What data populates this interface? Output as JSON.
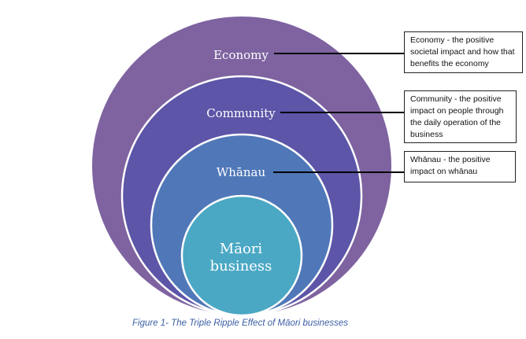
{
  "diagram": {
    "title": "The Triple Ripple Effect of Māori businesses",
    "rings": [
      {
        "id": "economy",
        "label": "Economy",
        "color": "#7e63a0"
      },
      {
        "id": "community",
        "label": "Community",
        "color": "#5c55a8"
      },
      {
        "id": "whanau",
        "label": "Whānau",
        "color": "#5078b8"
      },
      {
        "id": "maori-business",
        "label_line1": "Māori",
        "label_line2": "business",
        "color": "#4aa8c4"
      }
    ],
    "callouts": {
      "economy": "Economy - the positive societal impact and how that benefits the economy",
      "community": "Community - the positive impact on people through the daily operation of the business",
      "whanau": "Whānau - the positive impact on whānau"
    },
    "caption": "Figure 1- The Triple Ripple Effect of Māori businesses",
    "colors": {
      "ring_border": "#ffffff",
      "connector": "#000000",
      "caption": "#3b5ea6"
    }
  }
}
